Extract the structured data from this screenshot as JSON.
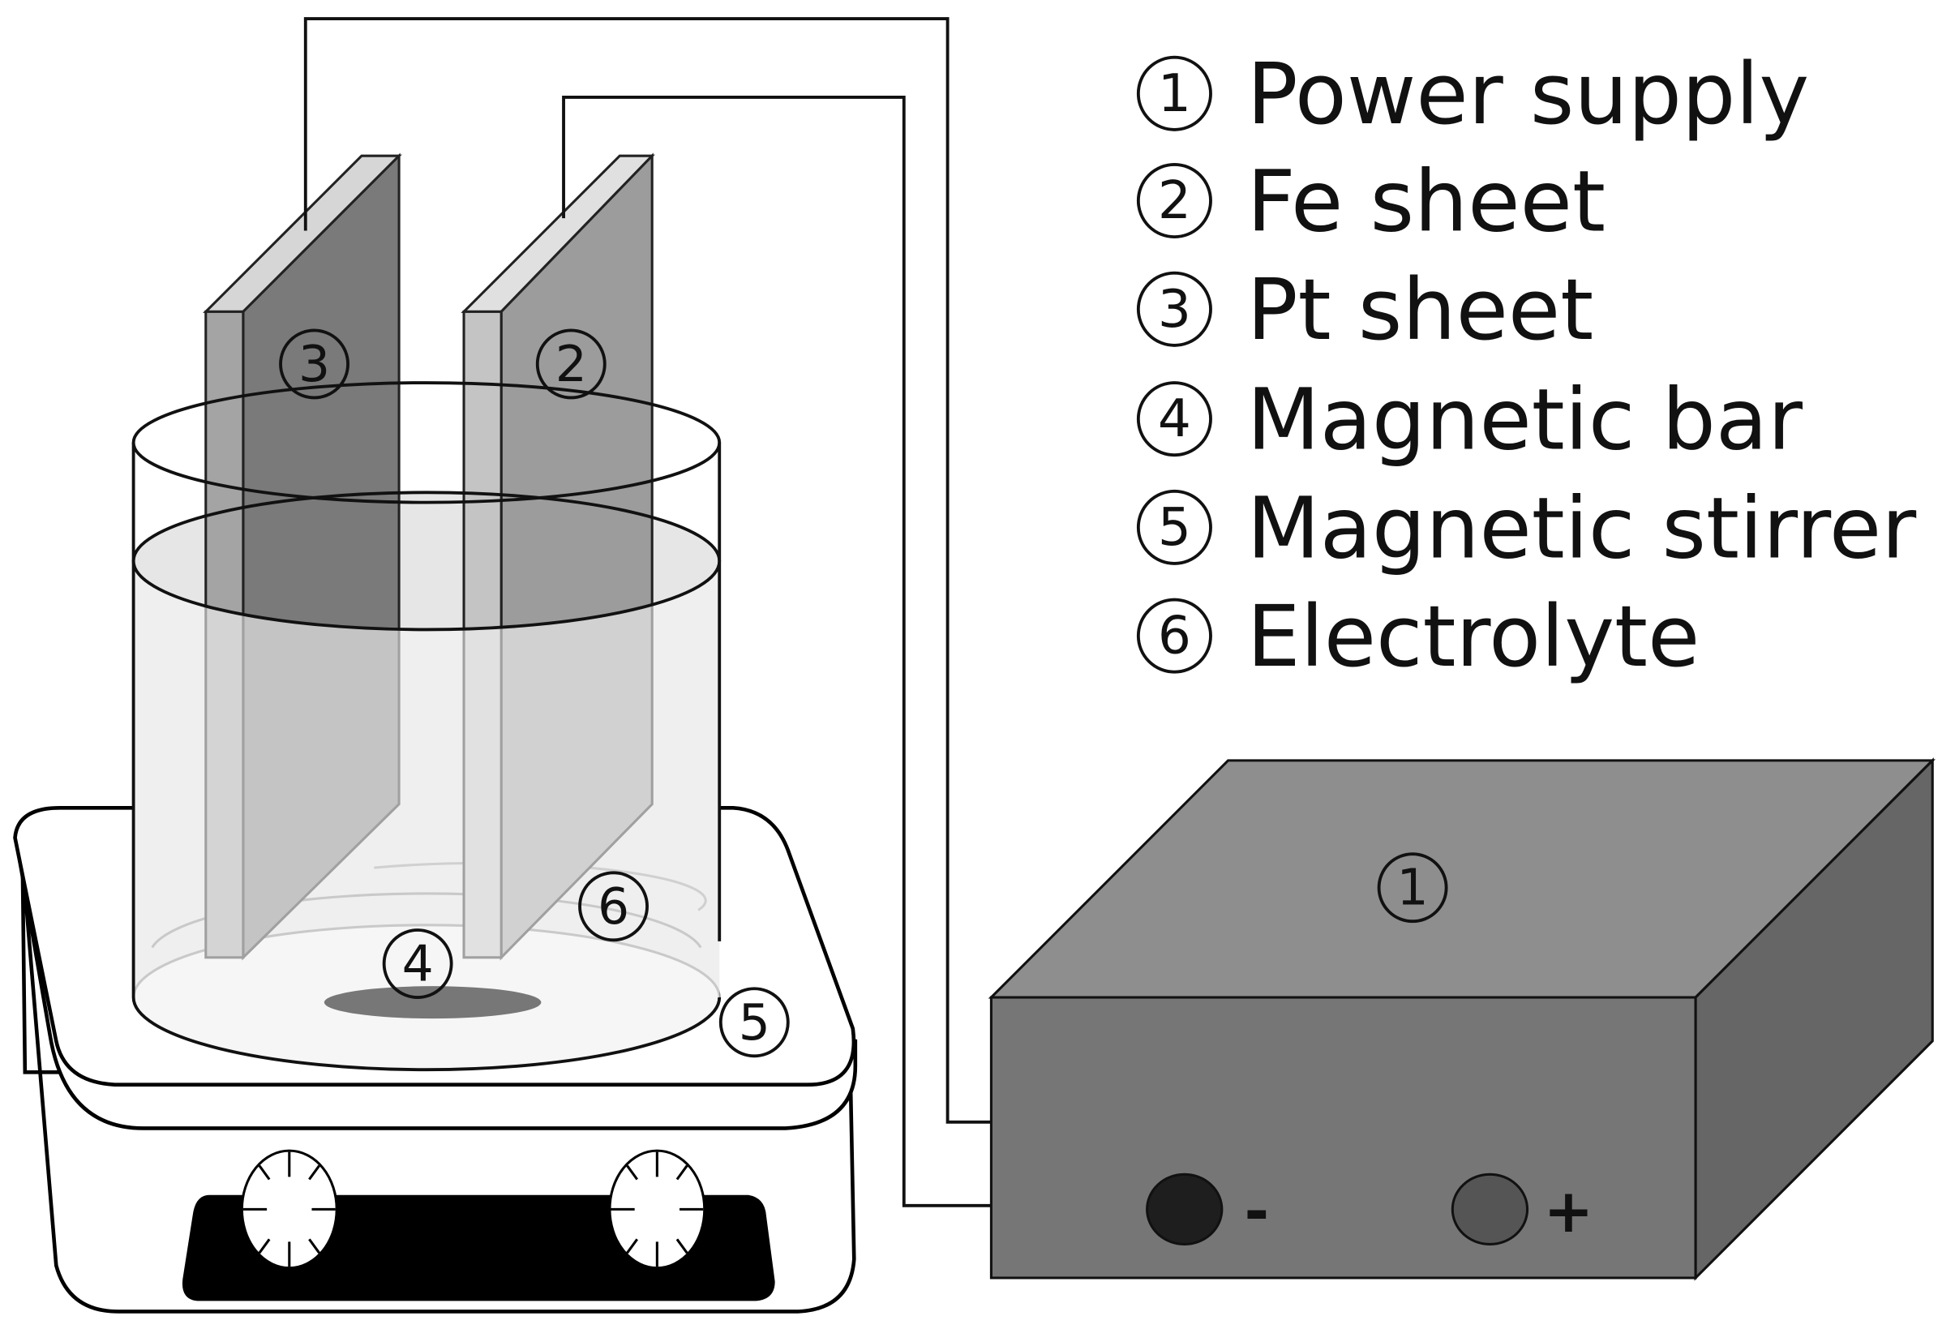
{
  "legend": {
    "items": [
      {
        "number": "1",
        "label": "Power supply"
      },
      {
        "number": "2",
        "label": "Fe sheet"
      },
      {
        "number": "3",
        "label": "Pt sheet"
      },
      {
        "number": "4",
        "label": "Magnetic bar"
      },
      {
        "number": "5",
        "label": "Magnetic stirrer"
      },
      {
        "number": "6",
        "label": "Electrolyte"
      }
    ]
  },
  "callouts": {
    "power_supply": "1",
    "fe_sheet": "2",
    "pt_sheet": "3",
    "magnetic_bar": "4",
    "magnetic_stirrer": "5",
    "electrolyte": "6"
  },
  "terminals": {
    "negative": "-",
    "positive": "+"
  },
  "colors": {
    "power_supply_top": "#8e8e8e",
    "power_supply_front": "#767676",
    "power_supply_side": "#666666",
    "pt_sheet": "#7a7a7a",
    "fe_sheet": "#9c9c9c",
    "electrolyte": "#e6e6e6",
    "stirrer_panel": "#000000"
  }
}
